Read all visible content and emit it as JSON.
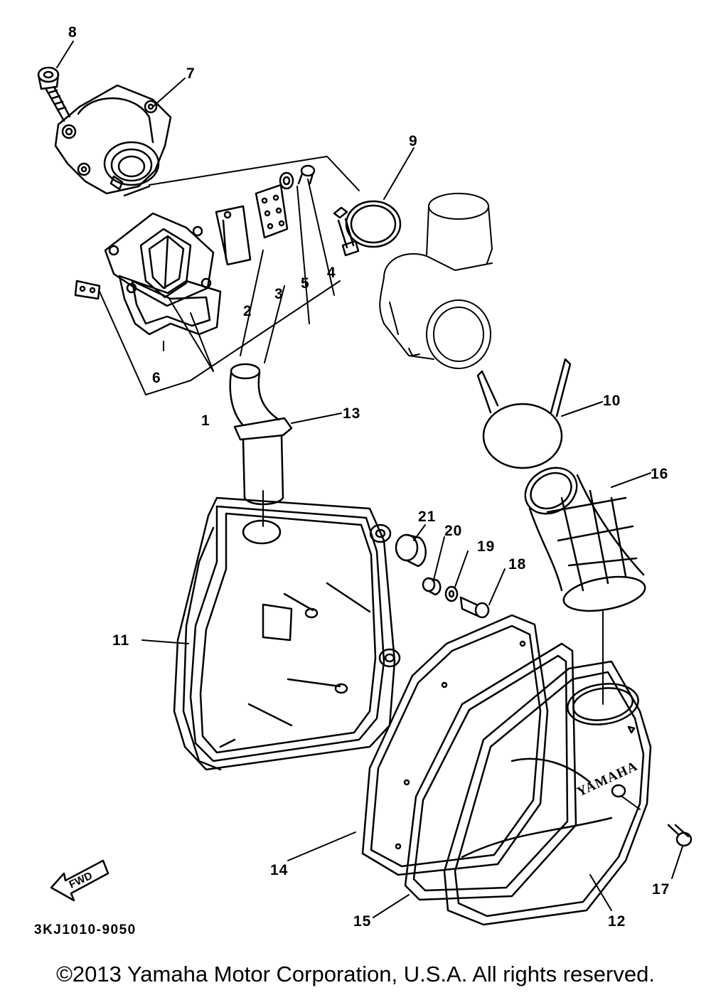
{
  "diagram": {
    "part_numbers": [
      "1",
      "2",
      "3",
      "4",
      "5",
      "6",
      "7",
      "8",
      "9",
      "10",
      "11",
      "12",
      "13",
      "14",
      "15",
      "16",
      "17",
      "18",
      "19",
      "20",
      "21"
    ],
    "drawing_code": "3KJ1010-9050",
    "fwd_label": "FWD",
    "brand_mark": "YAMAHA"
  },
  "footer": {
    "copyright": "©2013 Yamaha Motor Corporation, U.S.A. All rights reserved."
  }
}
